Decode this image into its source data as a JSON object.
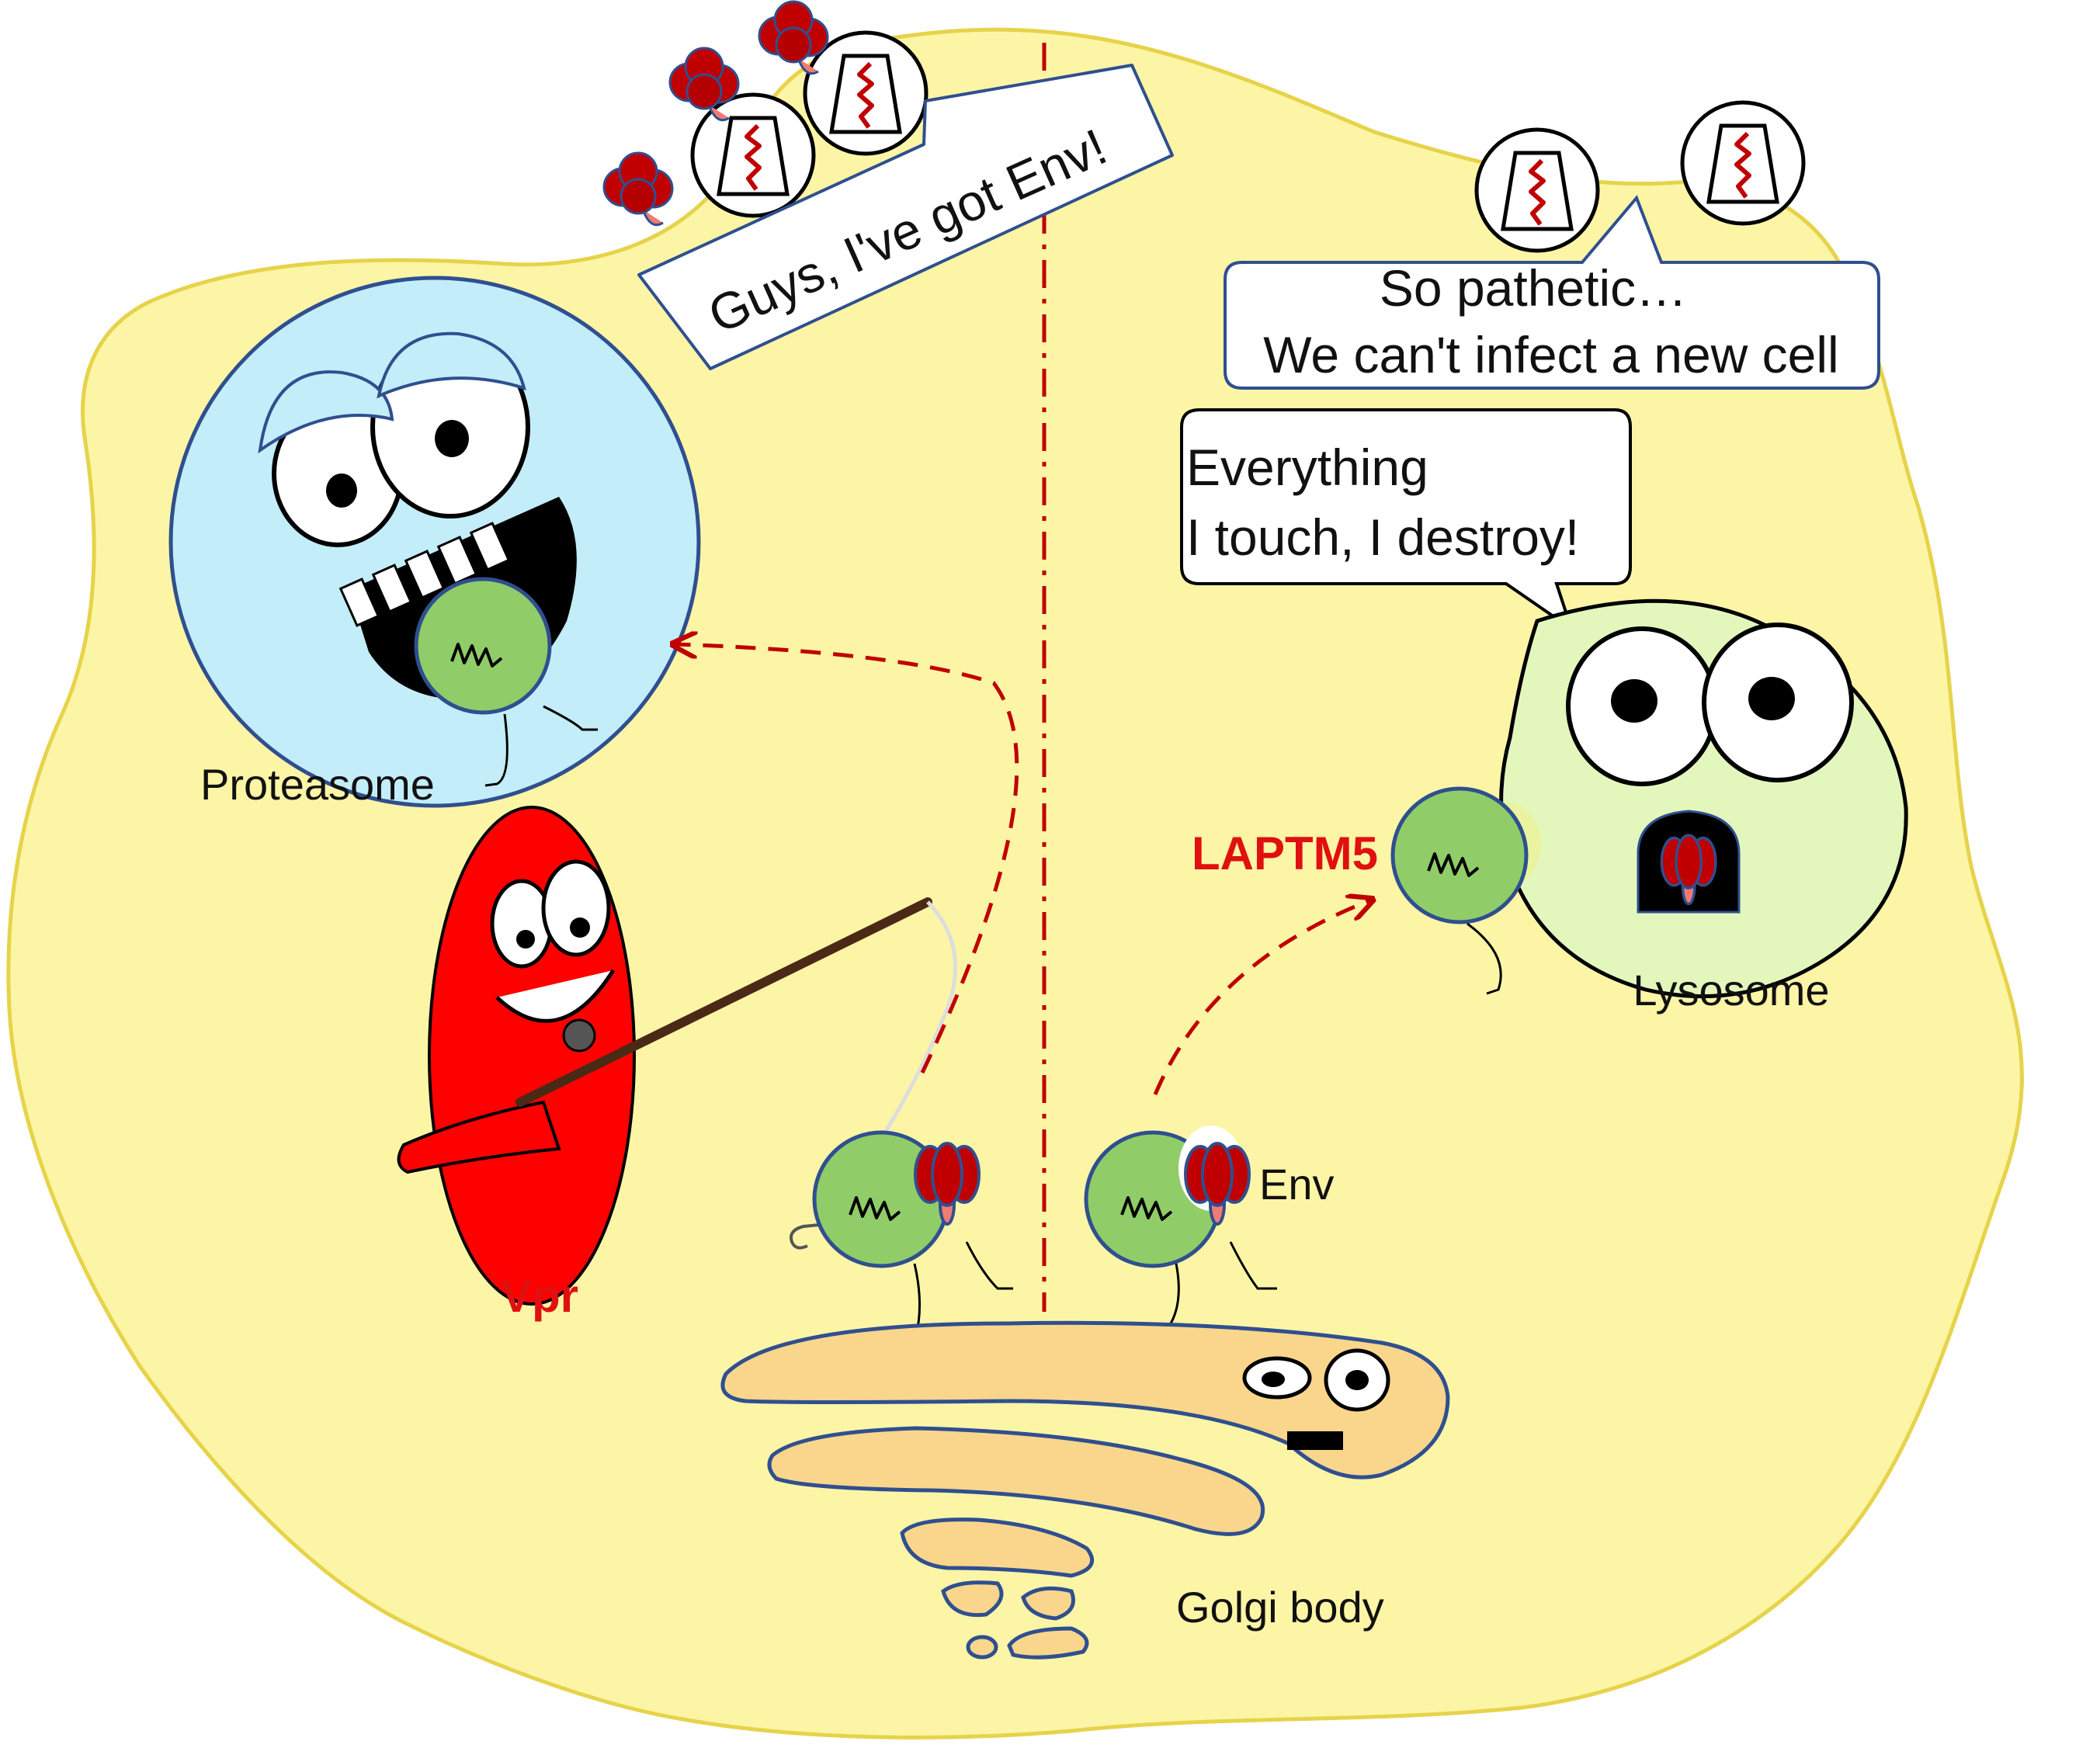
{
  "labels": {
    "proteasome": "Proteasome",
    "vpr": "Vpr",
    "laptm5": "LAPTM5",
    "lysosome": "Lysosome",
    "env": "Env",
    "golgi": "Golgi body"
  },
  "bubbles": {
    "virions": "Guys, I've got Env!",
    "pathetic_line1": "So pathetic…",
    "pathetic_line2": "We can't infect a new cell",
    "lysosome_line1": "Everything",
    "lysosome_line2": "I touch, I destroy!"
  },
  "colors": {
    "cell": "#FDF5A6",
    "cell_border": "#E6D34A",
    "proteasome": "#C3EDF9",
    "lysosome": "#E3F7BD",
    "vesicle": "#90CD68",
    "vpr": "#FF0000",
    "golgi": "#F9D68B",
    "outline": "#2F4F8F",
    "env_protein": "#C00000",
    "arrow": "#C00000",
    "label_red": "#E01010"
  }
}
